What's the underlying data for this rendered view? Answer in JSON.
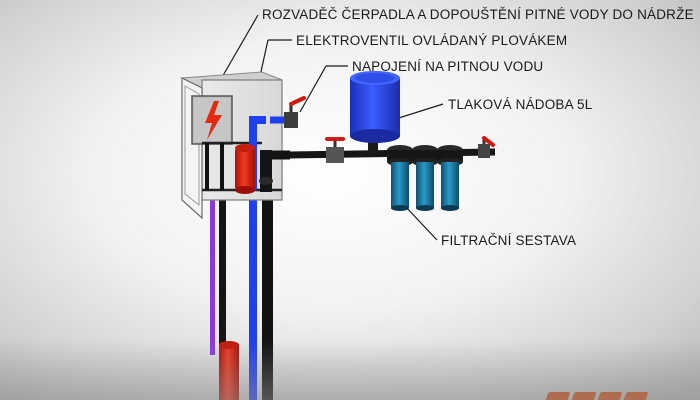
{
  "labels": {
    "switchboard": "ROZVADĚČ ČERPADLA A DOPOUŠTĚNÍ PITNÉ VODY DO NÁDRŽE",
    "solenoid": "ELEKTROVENTIL OVLÁDANÝ PLOVÁKEM",
    "connection": "NAPOJENÍ NA PITNOU VODU",
    "tank": "TLAKOVÁ NÁDOBA 5L",
    "filters": "FILTRAČNÍ SESTAVA"
  },
  "colors": {
    "tank_blue": "#2f4fe8",
    "pipe_blue": "#1f3ff0",
    "filter_teal": "#1f7fa8",
    "valve_red": "#e02010",
    "cable_purple": "#8a3ad8",
    "pipe_black": "#141414",
    "hazard_red": "#e52a12"
  }
}
